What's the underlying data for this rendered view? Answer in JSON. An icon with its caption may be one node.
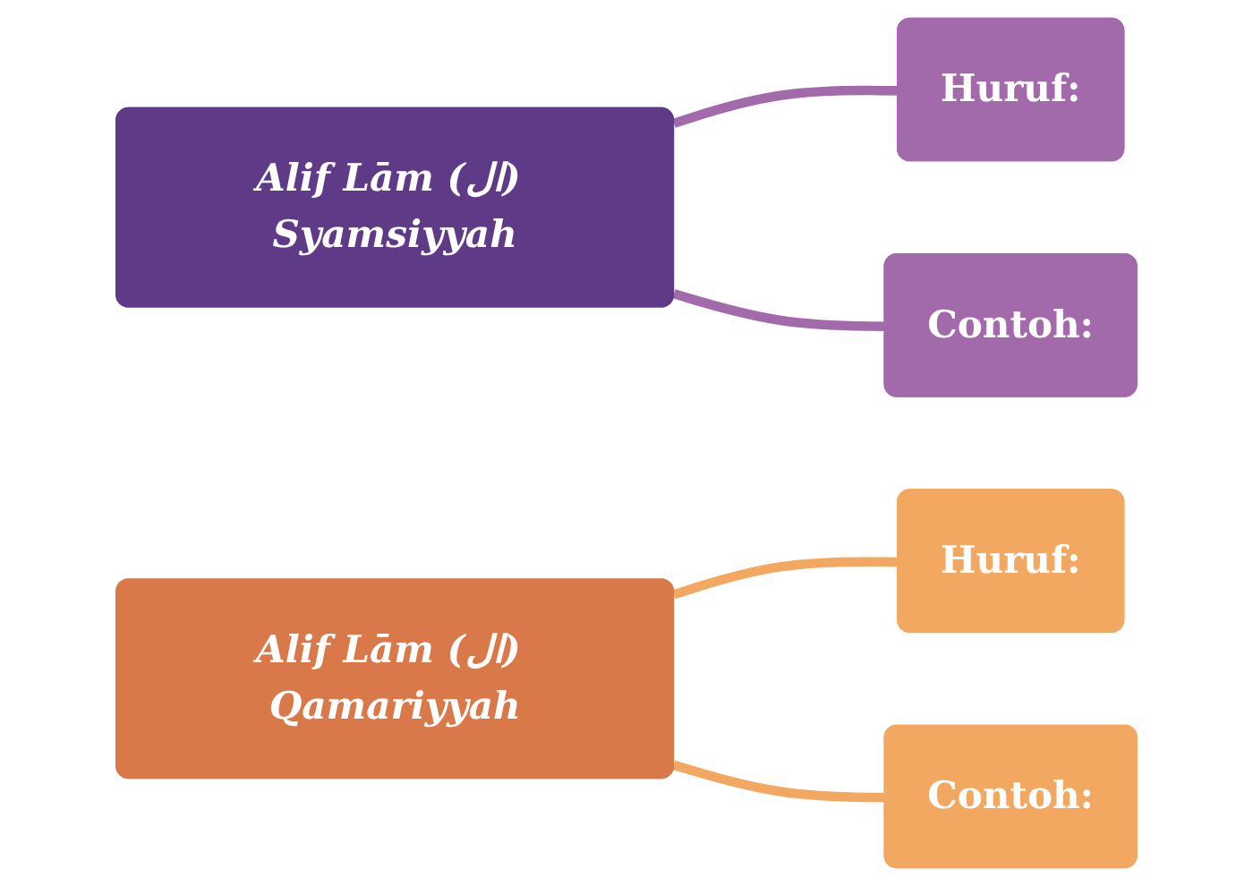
{
  "diagram": {
    "nodes": [
      {
        "text": [
          "Alif Lām (ال) Syamsiyyah"
        ]
      },
      {
        "text": [
          "Huruf:"
        ]
      },
      {
        "text": [
          "Contoh:"
        ]
      },
      {
        "text": [
          "Alif Lām (ال) Qamariyyah"
        ]
      },
      {
        "text": [
          "Huruf:"
        ]
      },
      {
        "text": [
          "Contoh:"
        ]
      }
    ],
    "edges": [
      {
        "from": 0,
        "to": 1,
        "arrow": "none"
      },
      {
        "from": 0,
        "to": 2,
        "arrow": "none"
      },
      {
        "from": 3,
        "to": 4,
        "arrow": "none"
      },
      {
        "from": 3,
        "to": 5,
        "arrow": "none"
      }
    ]
  }
}
